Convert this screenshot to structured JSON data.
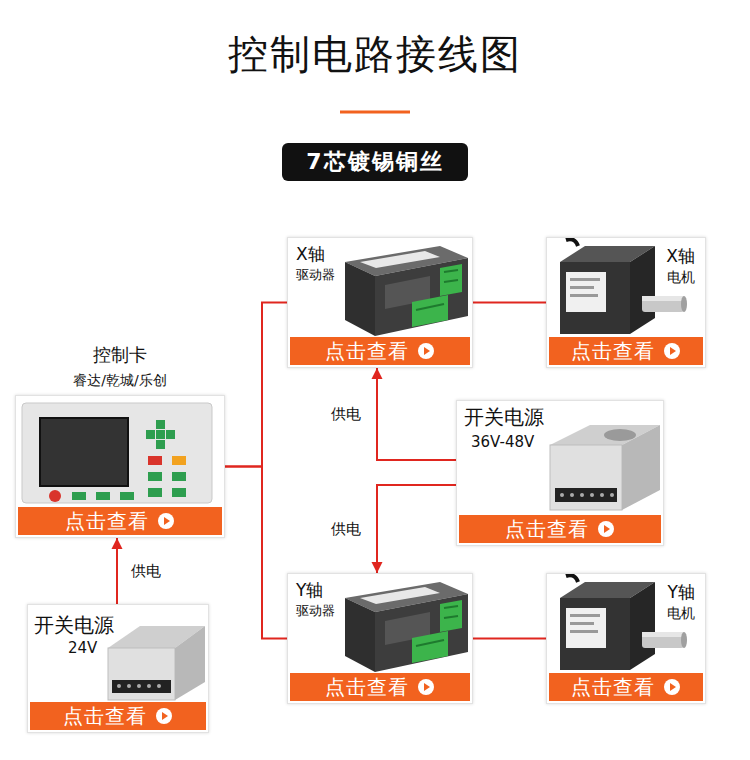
{
  "diagram": {
    "title": "控制电路接线图",
    "nodes": [
      {
        "text": [
          "7芯镀锡铜丝"
        ]
      },
      {
        "text": [
          "X轴",
          "驱动器"
        ]
      },
      {
        "text": [
          "点击查看"
        ],
        "in": 1
      },
      {
        "text": [
          "X轴",
          "电机"
        ]
      },
      {
        "text": [
          "点击查看"
        ],
        "in": 3
      },
      {
        "text": [
          "控制卡",
          "睿达/乾城/乐创"
        ]
      },
      {
        "text": [
          "点击查看"
        ],
        "in": 5
      },
      {
        "text": [
          "开关电源",
          "36V-48V"
        ]
      },
      {
        "text": [
          "点击查看"
        ],
        "in": 7
      },
      {
        "text": [
          "Y轴",
          "驱动器"
        ]
      },
      {
        "text": [
          "点击查看"
        ],
        "in": 9
      },
      {
        "text": [
          "Y轴",
          "电机"
        ]
      },
      {
        "text": [
          "点击查看"
        ],
        "in": 11
      },
      {
        "text": [
          "开关电源",
          "24V"
        ]
      },
      {
        "text": [
          "点击查看"
        ],
        "in": 13
      }
    ],
    "edges": [
      {
        "from": 5,
        "to": 1,
        "arrow": "none"
      },
      {
        "from": 5,
        "to": 9,
        "arrow": "none"
      },
      {
        "from": 1,
        "to": 3,
        "arrow": "none"
      },
      {
        "from": 9,
        "to": 11,
        "arrow": "none"
      },
      {
        "from": 7,
        "to": 1,
        "label": "供电",
        "arrow": "to"
      },
      {
        "from": 7,
        "to": 9,
        "label": "供电",
        "arrow": "to"
      },
      {
        "from": 13,
        "to": 5,
        "label": "供电",
        "arrow": "to"
      }
    ]
  }
}
